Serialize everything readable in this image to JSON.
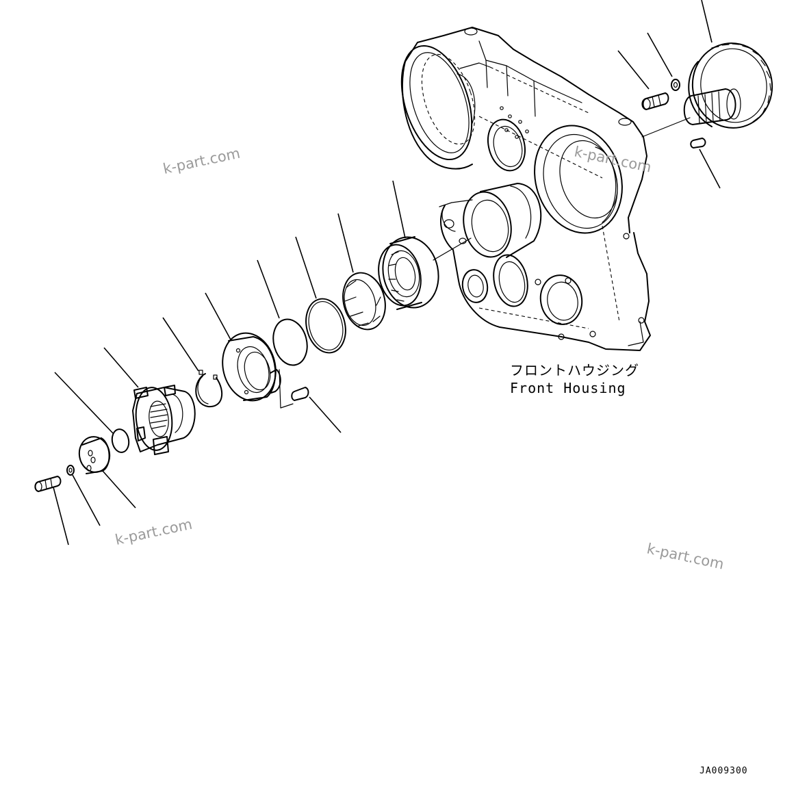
{
  "diagram": {
    "housing_label_jp": "フロントハウジング",
    "housing_label_en": "Front Housing",
    "drawing_code": "JA009300",
    "watermarks": [
      "k-part.com",
      "k-part.com",
      "k-part.com",
      "k-part.com"
    ]
  }
}
